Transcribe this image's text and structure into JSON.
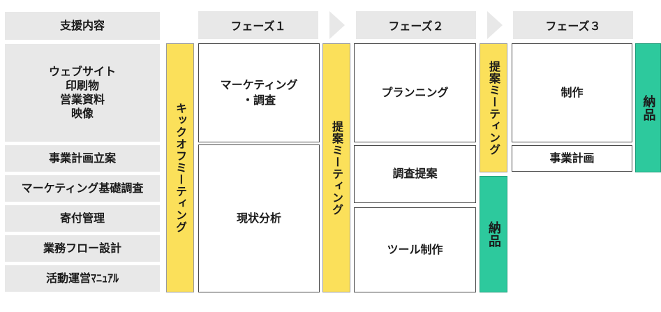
{
  "left_column": {
    "header": "支援内容",
    "items": [
      "ウェブサイト\n印刷物\n営業資料\n映像",
      "事業計画立案",
      "マーケティング基礎調査",
      "寄付管理",
      "業務フロー設計",
      "活動運営ﾏﾆｭｱﾙ"
    ]
  },
  "phases": [
    "フェーズ１",
    "フェーズ２",
    "フェーズ３"
  ],
  "meetings": {
    "kickoff": "キックオフミーティング",
    "proposal_1": "提案ミーティング",
    "proposal_2": "提案ミーティング"
  },
  "phase1": {
    "marketing": "マーケティング\n・調査",
    "analysis": "現状分析"
  },
  "phase2": {
    "planning": "プランニング",
    "research_proposal": "調査提案",
    "tool_creation": "ツール制作"
  },
  "phase3": {
    "production": "制作",
    "business_plan": "事業計画"
  },
  "delivery": {
    "delivery_1": "納品",
    "delivery_2": "納品"
  },
  "colors": {
    "gray": "#e8e8e8",
    "meeting_yellow": "#fbe05a",
    "delivery_green": "#2dc99d"
  }
}
